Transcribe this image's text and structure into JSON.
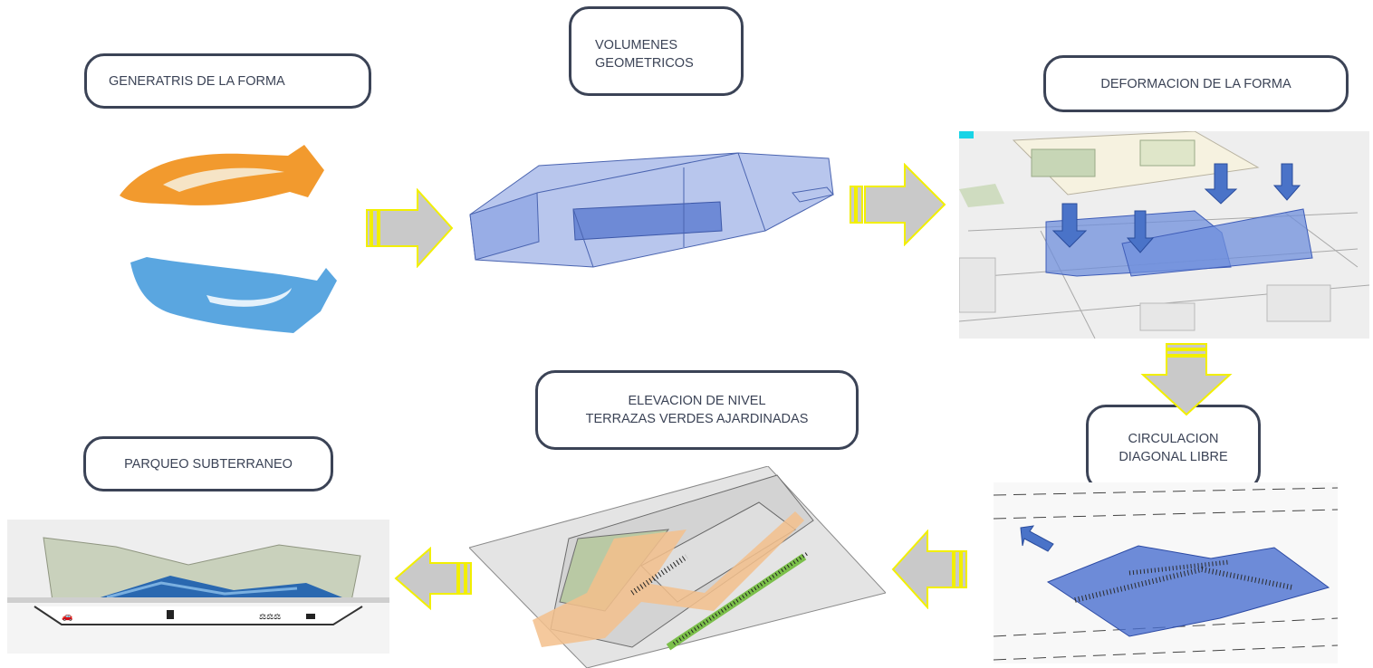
{
  "steps": {
    "generatriz": "GENERATRIS DE LA FORMA",
    "volumenes": [
      "VOLUMENES",
      "GEOMETRICOS"
    ],
    "deformacion": "DEFORMACION DE LA FORMA",
    "circulacion": [
      "CIRCULACION",
      "DIAGONAL LIBRE"
    ],
    "elevacion": [
      "ELEVACION DE NIVEL",
      "TERRAZAS VERDES AJARDINADAS"
    ],
    "parqueo": "PARQUEO SUBTERRANEO"
  },
  "colors": {
    "border": "#3b4356",
    "arrow_fill": "#c9c9c9",
    "arrow_outline": "#f2ef00",
    "volume_blue": "#6f8fdc",
    "hand_orange": "#f29a2e",
    "hand_blue": "#5aa6e0",
    "terrace_green": "#b9c9a4",
    "circulation_orange": "#f3bf8c"
  },
  "icons": [
    "flow-arrow-right",
    "flow-arrow-down",
    "flow-arrow-left",
    "down-arrow-icon",
    "diagonal-arrow-icon"
  ]
}
